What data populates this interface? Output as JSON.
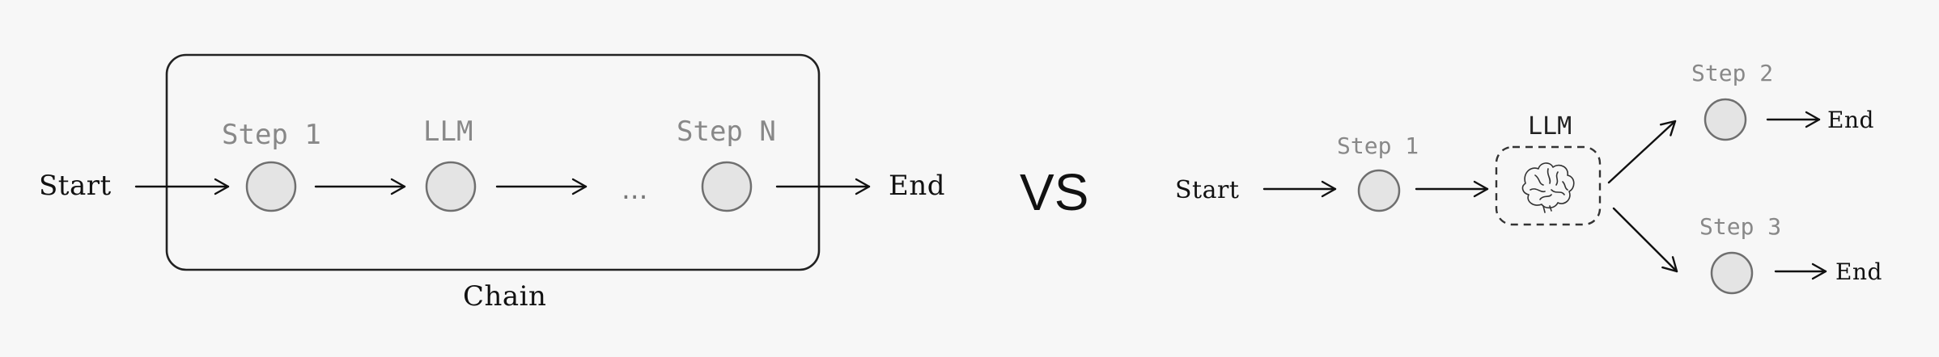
{
  "chain_diagram": {
    "start_label": "Start",
    "step1_label": "Step 1",
    "llm_label": "LLM",
    "ellipsis": "...",
    "stepn_label": "Step N",
    "end_label": "End",
    "caption": "Chain"
  },
  "separator": {
    "vs_label": "VS"
  },
  "agent_diagram": {
    "start_label": "Start",
    "step1_label": "Step 1",
    "llm_label": "LLM",
    "llm_icon": "brain-icon",
    "step2_label": "Step 2",
    "step2_end_label": "End",
    "step3_label": "Step 3",
    "step3_end_label": "End"
  }
}
